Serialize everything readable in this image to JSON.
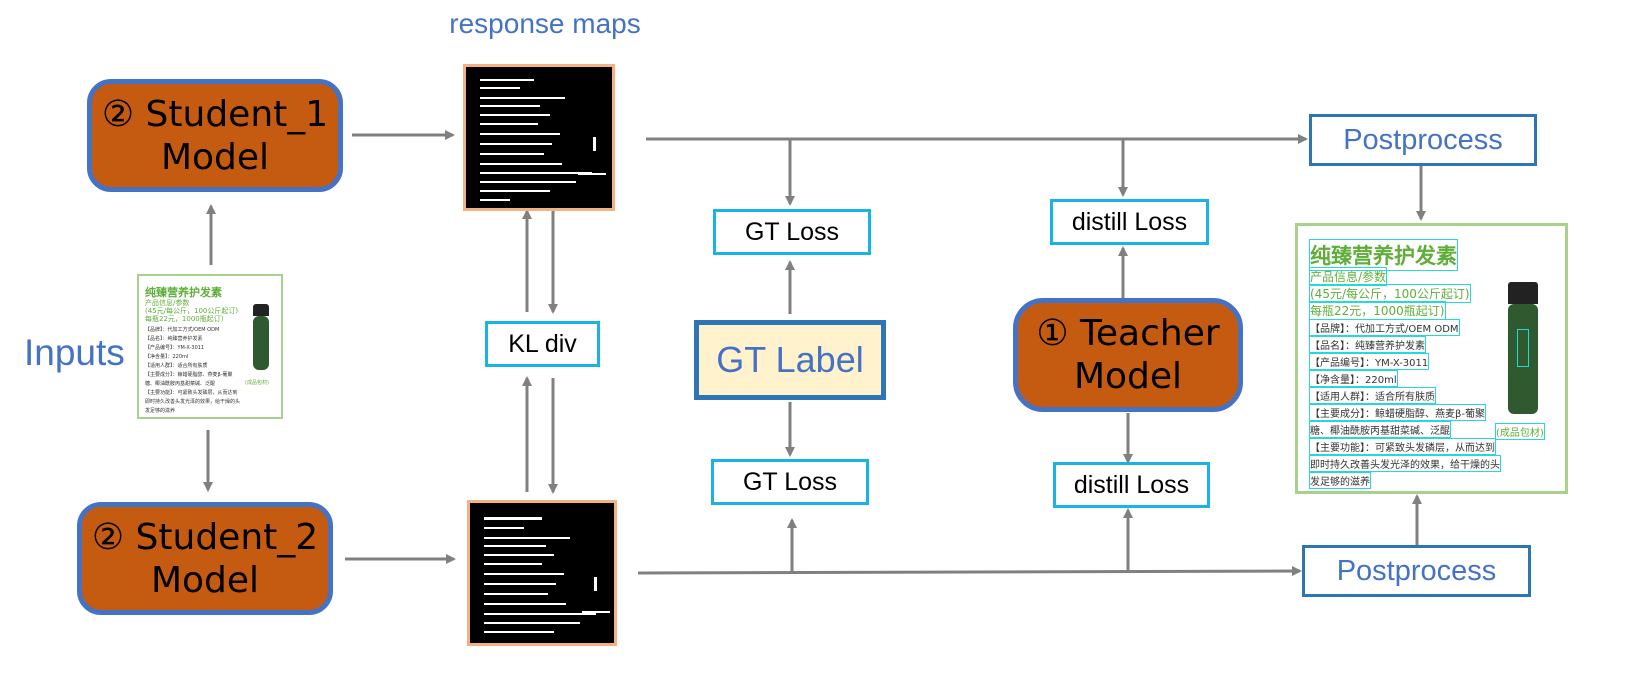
{
  "labels": {
    "response_maps": "response maps",
    "inputs": "Inputs"
  },
  "nodes": {
    "student1": "② Student_1\nModel",
    "student2": "② Student_2\nModel",
    "teacher": "① Teacher\nModel",
    "kl_div": "KL div",
    "gt_label": "GT Label",
    "gt_loss_top": "GT Loss",
    "gt_loss_bottom": "GT Loss",
    "distill_loss_top": "distill Loss",
    "distill_loss_bottom": "distill Loss",
    "postprocess_top": "Postprocess",
    "postprocess_bottom": "Postprocess"
  },
  "input_doc": {
    "title": "纯臻营养护发素",
    "lines_green": [
      "产品信息/参数",
      "(45元/每公斤，100公斤起订)",
      "每瓶22元，1000瓶起订)"
    ],
    "lines": [
      "【品牌】：代加工方式/OEM ODM",
      "【品名】：纯臻营养护发素",
      "【产品编号】：YM-X-3011",
      "【净含量】：220ml",
      "【适用人群】：适合所有肤质",
      "【主要成分】：鲸蜡硬脂醇、燕麦β-葡聚",
      "糖、椰油酰胺丙基甜菜碱、泛醌",
      "【主要功能】：可紧致头发磷层，从而达到",
      "即时持久改善头发光泽的效果，给干燥的头",
      "发足够的滋养"
    ],
    "badge": "(成品包材)"
  },
  "output_doc": {
    "title": "纯臻营养护发素",
    "lines_green": [
      "产品信息/参数",
      "(45元/每公斤，100公斤起订)",
      "每瓶22元，1000瓶起订)"
    ],
    "lines": [
      "【品牌】：代加工方式/OEM ODM",
      "【品名】：纯臻营养护发素",
      "【产品编号】：YM-X-3011",
      "【净含量】：220ml",
      "【适用人群】：适合所有肤质",
      "【主要成分】：鲸蜡硬脂醇、燕麦β-葡聚",
      "糖、椰油酰胺丙基甜菜碱、泛醌",
      "【主要功能】：可紧致头发磷层，从而达到",
      "即时持久改善头发光泽的效果，给干燥的头",
      "发足够的滋养"
    ],
    "badge": "(成品包材)"
  },
  "colors": {
    "model_fill": "#c55a11",
    "model_border": "#4472c4",
    "loss_border": "#19b3e6",
    "post_border": "#2e75b6",
    "gt_label_fill": "#fff2cc",
    "arrow": "#808080",
    "doc_green": "#5fae3a",
    "box_cyan": "#25d9d9"
  }
}
